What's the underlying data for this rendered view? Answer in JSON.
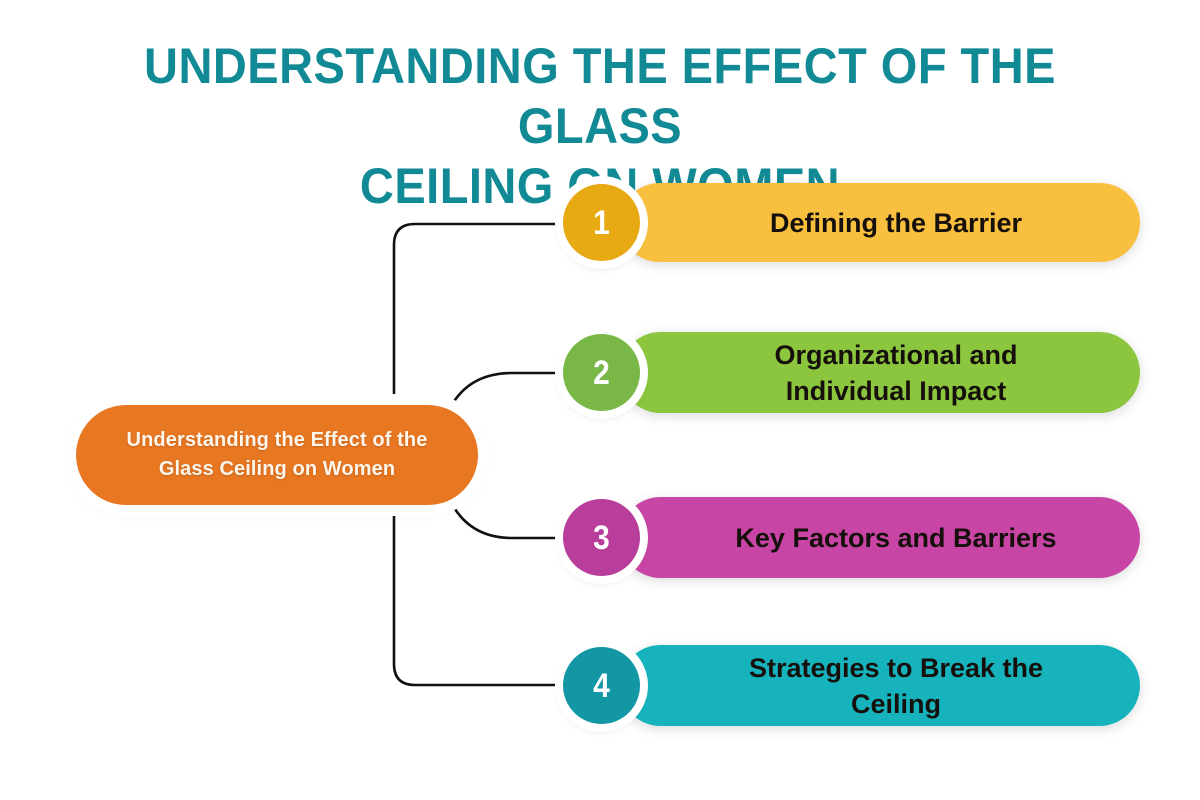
{
  "page": {
    "title": "Understanding the Effect of the Glass Ceiling on Women",
    "background_color": "#ffffff"
  },
  "heading": {
    "text": "Understanding the Effect of the Glass\nCeiling on Women",
    "color": "#128a96"
  },
  "center_node": {
    "label": "Understanding the Effect of the\nGlass Ceiling on Women",
    "fill_color": "#e87722",
    "text_color": "#fdf6ec",
    "ring_color": "#ffffff"
  },
  "connector": {
    "line_color": "#111111"
  },
  "items": [
    {
      "number": "1",
      "label": "Defining the Barrier",
      "bar_color": "#f9c040",
      "badge_color": "#e8aa12",
      "text_color": "#16100d",
      "badge_text_color": "#ffffff"
    },
    {
      "number": "2",
      "label": "Organizational and\nIndividual Impact",
      "bar_color": "#8cc63e",
      "badge_color": "#79b746",
      "text_color": "#16100d",
      "badge_text_color": "#ffffff"
    },
    {
      "number": "3",
      "label": "Key Factors and Barriers",
      "bar_color": "#c845a6",
      "badge_color": "#b93d9a",
      "text_color": "#16100d",
      "badge_text_color": "#ffffff"
    },
    {
      "number": "4",
      "label": "Strategies to Break the\nCeiling",
      "bar_color": "#17b3bd",
      "badge_color": "#1397a5",
      "text_color": "#16100d",
      "badge_text_color": "#ffffff"
    }
  ]
}
